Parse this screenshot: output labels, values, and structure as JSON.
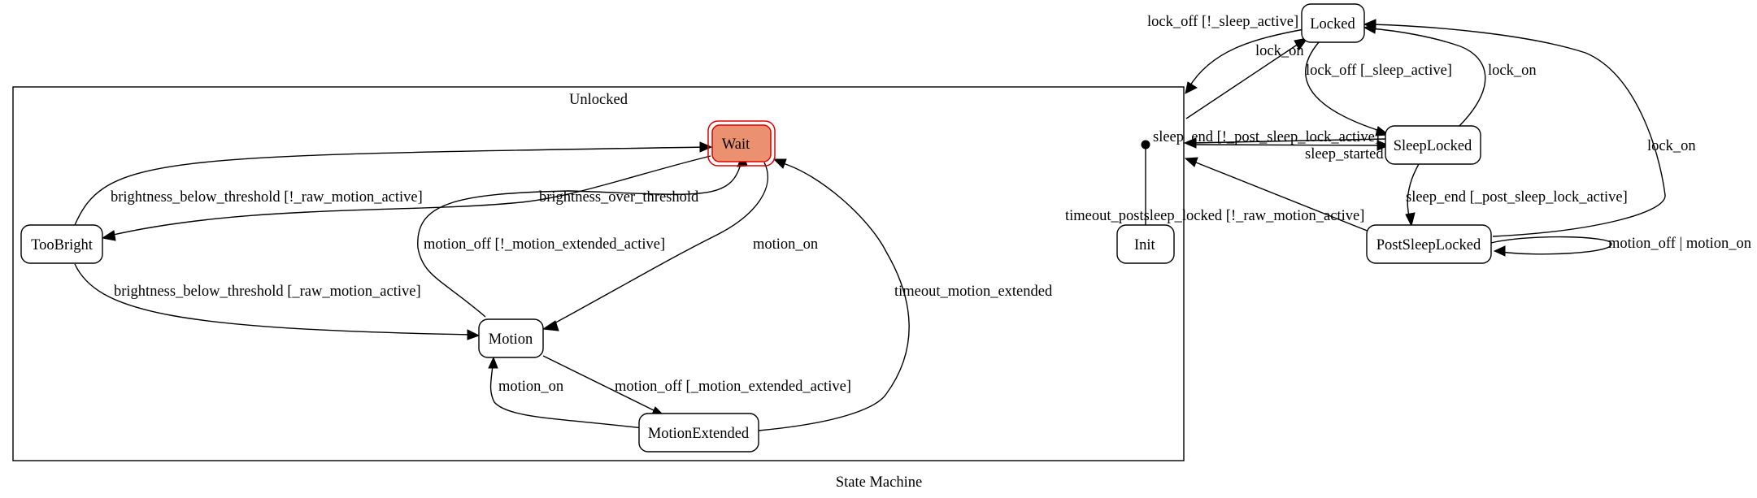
{
  "diagram": {
    "caption": "State Machine",
    "cluster_label": "Unlocked",
    "highlight_fill": "#ec9170",
    "highlight_stroke": "#e00000",
    "nodes": {
      "wait": "Wait",
      "toobright": "TooBright",
      "motion": "Motion",
      "motionextended": "MotionExtended",
      "init": "Init",
      "locked": "Locked",
      "sleeplocked": "SleepLocked",
      "postsleeplocked": "PostSleepLocked"
    },
    "edges": {
      "toobright_wait": "brightness_below_threshold [!_raw_motion_active]",
      "wait_toobright": "brightness_over_threshold",
      "motion_wait": "motion_off [!_motion_extended_active]",
      "wait_motion": "motion_on",
      "toobright_motion": "brightness_below_threshold [_raw_motion_active]",
      "motionextended_wait": "timeout_motion_extended",
      "motion_motionextended": "motion_off [_motion_extended_active]",
      "motionextended_motion": "motion_on",
      "locked_unlocked": "lock_off [!_sleep_active]",
      "unlocked_locked": "lock_on",
      "locked_sleeplocked": "lock_off [_sleep_active]",
      "sleeplocked_locked": "lock_on",
      "sleeplocked_unlocked": "sleep_end [!_post_sleep_lock_active]",
      "unlocked_sleeplocked": "sleep_started",
      "sleeplocked_postsleeplocked": "sleep_end [_post_sleep_lock_active]",
      "postsleeplocked_unlocked": "timeout_postsleep_locked [!_raw_motion_active]",
      "postsleeplocked_locked": "lock_on",
      "postsleeplocked_self": "motion_off | motion_on"
    }
  }
}
